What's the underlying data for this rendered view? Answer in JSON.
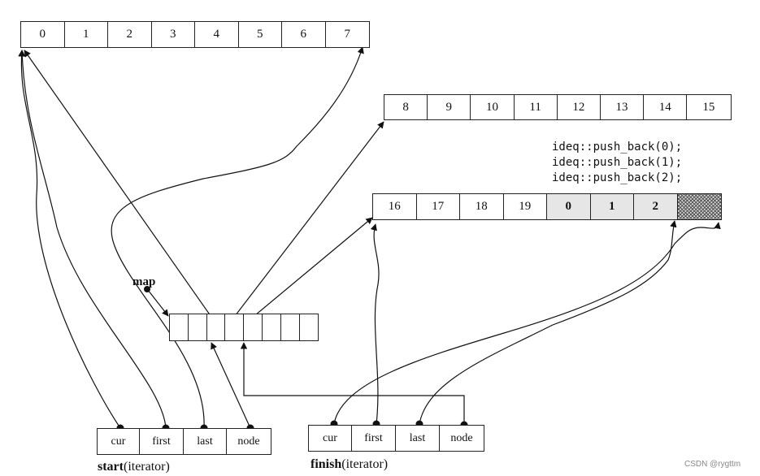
{
  "buffers": [
    {
      "id": "buffer-0",
      "cells": [
        "0",
        "1",
        "2",
        "3",
        "4",
        "5",
        "6",
        "7"
      ]
    },
    {
      "id": "buffer-1",
      "cells": [
        "8",
        "9",
        "10",
        "11",
        "12",
        "13",
        "14",
        "15"
      ]
    },
    {
      "id": "buffer-2",
      "cells": [
        "16",
        "17",
        "18",
        "19",
        "0",
        "1",
        "2",
        ""
      ]
    }
  ],
  "map": {
    "label": "map",
    "slots": 8
  },
  "code_lines": [
    "ideq::push_back(0);",
    "ideq::push_back(1);",
    "ideq::push_back(2);"
  ],
  "iterator_fields": [
    "cur",
    "first",
    "last",
    "node"
  ],
  "start": {
    "name": "start",
    "suffix": "(iterator)"
  },
  "finish": {
    "name": "finish",
    "suffix": "(iterator)"
  },
  "watermark": "CSDN @rygttm"
}
